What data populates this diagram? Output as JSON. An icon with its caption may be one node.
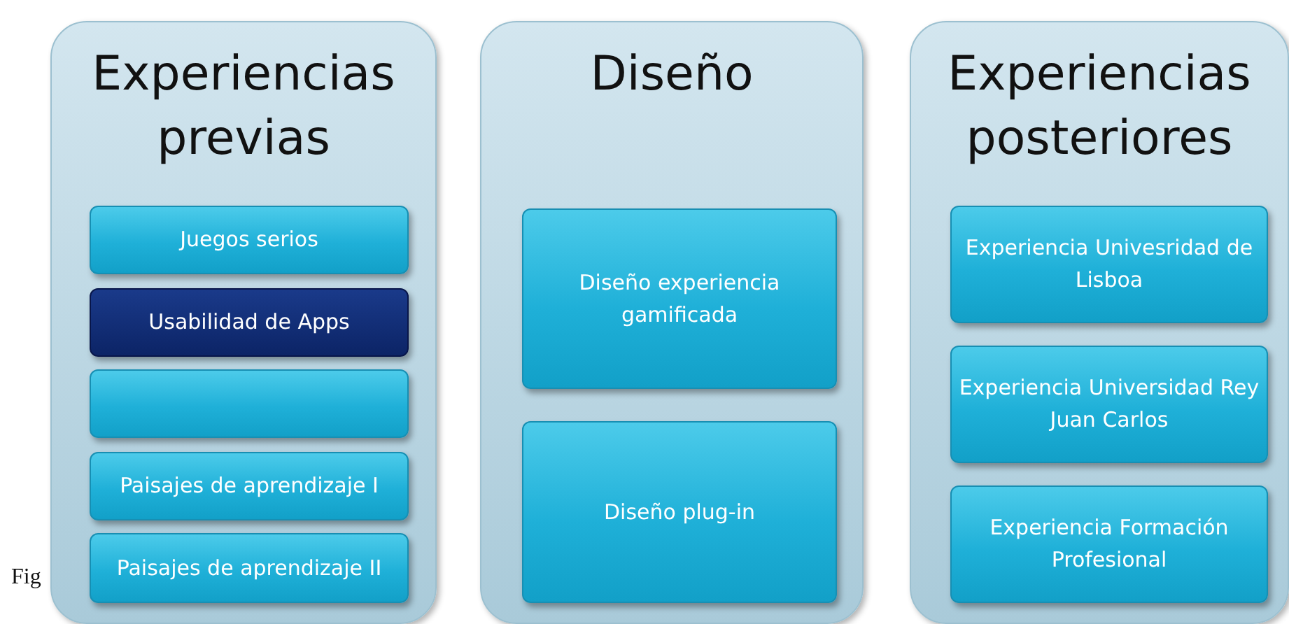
{
  "diagram": {
    "nodes": [
      {
        "text": [
          "Experiencias previas"
        ]
      },
      {
        "text": [
          "Juegos serios"
        ],
        "in": 0
      },
      {
        "text": [
          "Usabilidad de Apps"
        ],
        "in": 0
      },
      {
        "text": [],
        "shape": "box",
        "in": 0
      },
      {
        "text": [
          "Paisajes de aprendizaje I"
        ],
        "in": 0
      },
      {
        "text": [
          "Paisajes de aprendizaje II"
        ],
        "in": 0
      },
      {
        "text": [
          "Diseño"
        ]
      },
      {
        "text": [
          "Diseño experiencia gamificada"
        ],
        "in": 6
      },
      {
        "text": [
          "Diseño plug-in"
        ],
        "in": 6
      },
      {
        "text": [
          "Experiencias posteriores"
        ]
      },
      {
        "text": [
          "Experiencia Univesridad de Lisboa"
        ],
        "in": 9
      },
      {
        "text": [
          "Experiencia Universidad Rey Juan Carlos"
        ],
        "in": 9
      },
      {
        "text": [
          "Experiencia Formación Profesional"
        ],
        "in": 9
      }
    ],
    "labels": [
      "Fig"
    ]
  }
}
